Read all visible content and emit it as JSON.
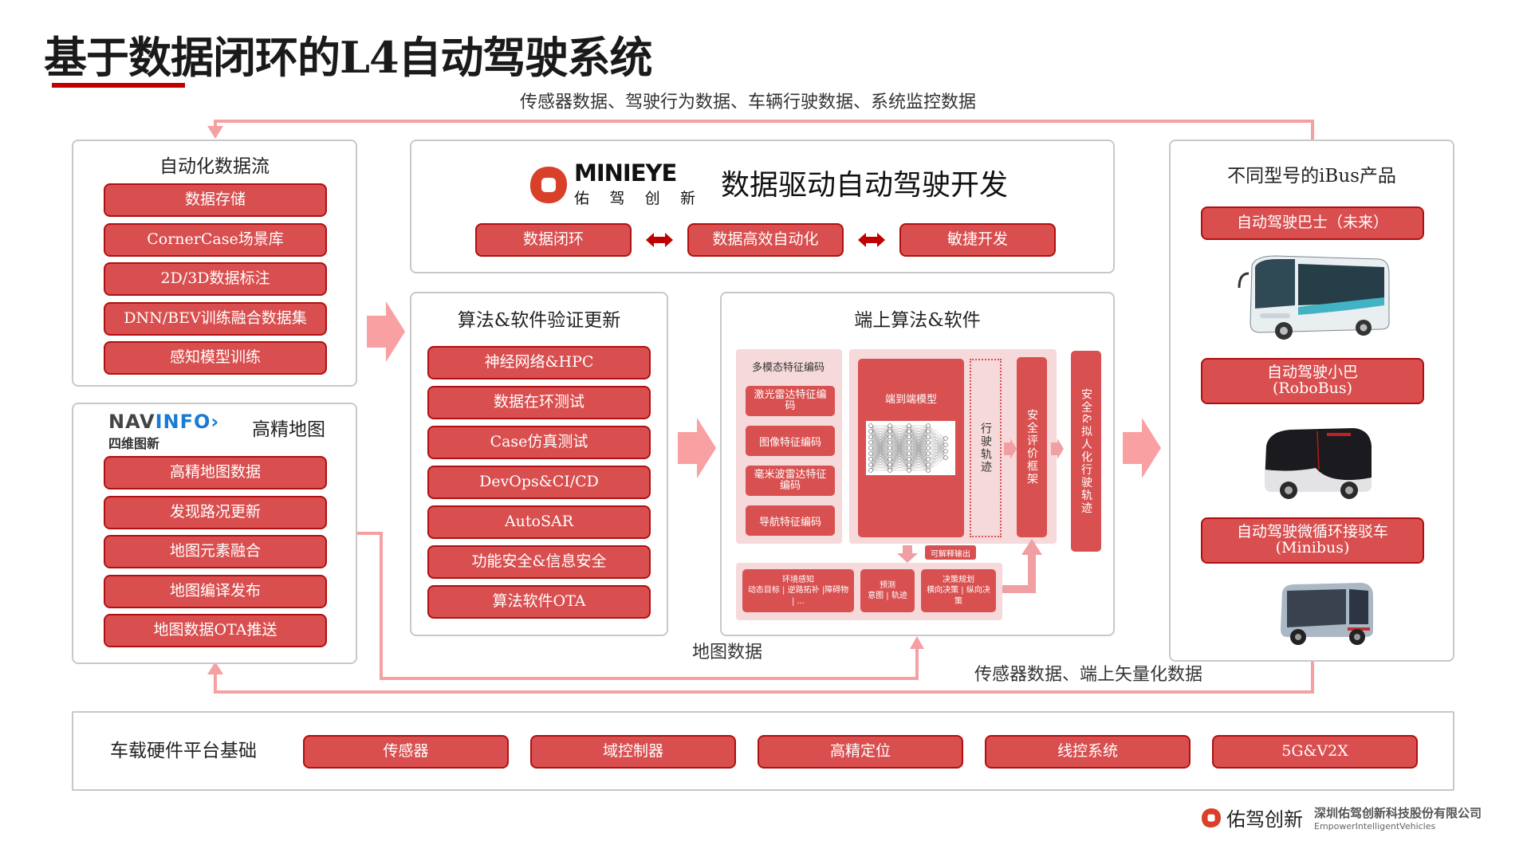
{
  "title": "基于数据闭环的L4自动驾驶系统",
  "flow_labels": {
    "top": "传感器数据、驾驶行为数据、车辆行驶数据、系统监控数据",
    "map_data": "地图数据",
    "bottom": "传感器数据、端上矢量化数据"
  },
  "data_flow_panel": {
    "title": "自动化数据流",
    "items": [
      "数据存储",
      "CornerCase场景库",
      "2D/3D数据标注",
      "DNN/BEV训练融合数据集",
      "感知模型训练"
    ]
  },
  "hd_map_panel": {
    "logo_en_a": "NAV",
    "logo_en_b": "INFO",
    "logo_cn": "四维图新",
    "title": "高精地图",
    "items": [
      "高精地图数据",
      "发现路况更新",
      "地图元素融合",
      "地图编译发布",
      "地图数据OTA推送"
    ]
  },
  "minieye_panel": {
    "logo_en": "MINIEYE",
    "logo_cn": [
      "佑",
      "驾",
      "创",
      "新"
    ],
    "title": "数据驱动自动驾驶开发",
    "items": [
      "数据闭环",
      "数据高效自动化",
      "敏捷开发"
    ]
  },
  "algo_panel": {
    "title": "算法&软件验证更新",
    "items": [
      "神经网络&HPC",
      "数据在环测试",
      "Case仿真测试",
      "DevOps&CI/CD",
      "AutoSAR",
      "功能安全&信息安全",
      "算法软件OTA"
    ]
  },
  "onboard_panel": {
    "title": "端上算法&软件",
    "encoding_title": "多模态特征编码",
    "encoders": [
      "激光雷达特征编码",
      "图像特征编码",
      "毫米波雷达特征编码",
      "导航特征编码"
    ],
    "e2e_model": "端到端模型",
    "trajectory": "行驶轨迹",
    "safety_eval": "安全评价框架",
    "output": "安全&拟人化行驶轨迹",
    "explainable": "可解释输出",
    "modules": [
      {
        "title": "环境感知",
        "desc": "动态目标 | 逆路拓补 |障碍物 | ..."
      },
      {
        "title": "预测",
        "desc": "意图 | 轨迹"
      },
      {
        "title": "决策规划",
        "desc": "横向决策 | 纵向决策"
      }
    ]
  },
  "ibus_panel": {
    "title": "不同型号的iBus产品",
    "products": [
      {
        "name": "自动驾驶巴士（未来）",
        "sub": ""
      },
      {
        "name": "自动驾驶小巴",
        "sub": "(RoboBus)"
      },
      {
        "name": "自动驾驶微循环接驳车",
        "sub": "(Minibus)"
      }
    ]
  },
  "hardware_panel": {
    "title": "车载硬件平台基础",
    "items": [
      "传感器",
      "域控制器",
      "高精定位",
      "线控系统",
      "5G&V2X"
    ]
  },
  "footer": {
    "brand": "佑驾创新",
    "company": "深圳佑驾创新科技股份有限公司",
    "slogan": "EmpowerIntelligentVehicles"
  },
  "colors": {
    "accent": "#c00000",
    "button_fill": "#d94f4f",
    "button_border": "#b01010",
    "flow_line": "#f5a0a3",
    "soft_bg": "#f6d9db"
  }
}
